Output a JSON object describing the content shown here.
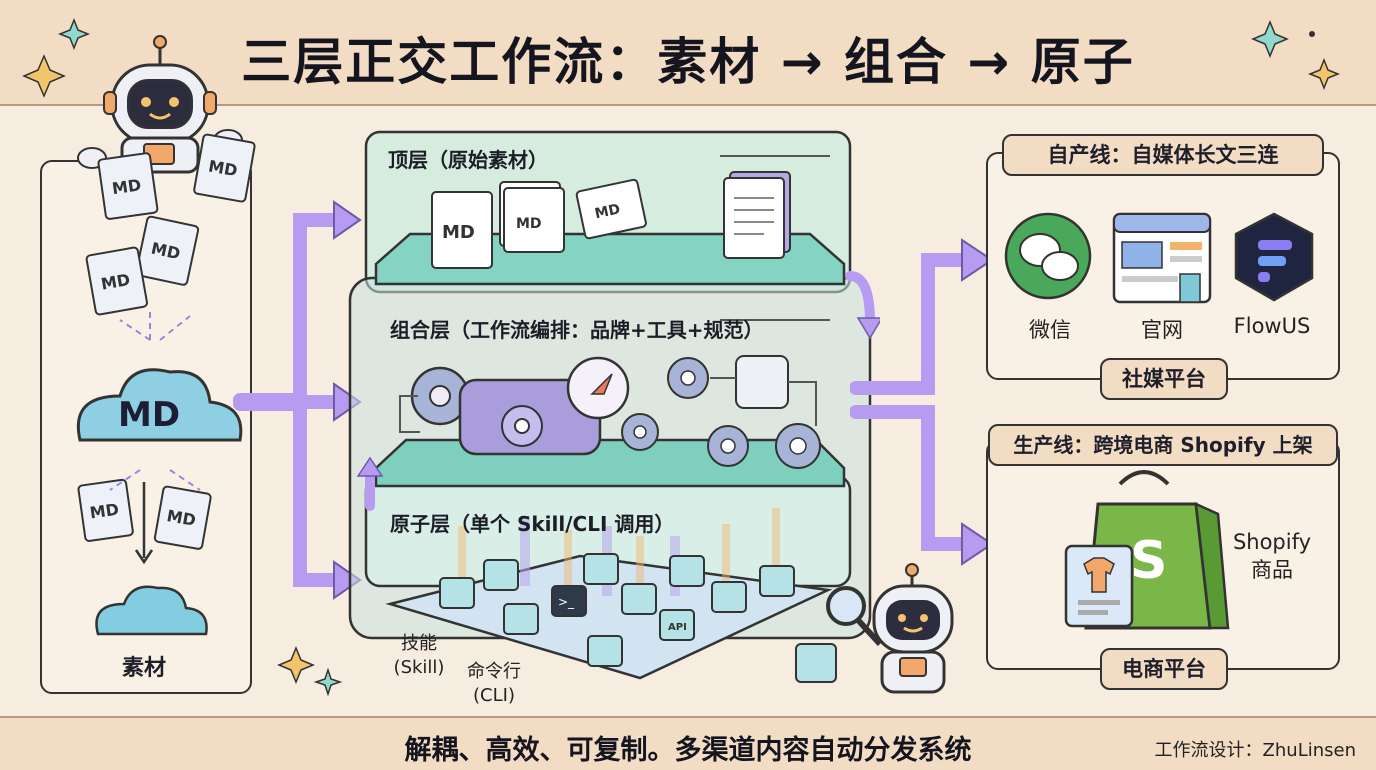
{
  "title": "三层正交工作流：素材 → 组合 → 原子",
  "footer": {
    "slogan": "解耦、高效、可复制。多渠道内容自动分发系统",
    "credit": "工作流设计：ZhuLinsen"
  },
  "left": {
    "md_tag": "MD",
    "cloud_label": "MD",
    "bottom_label": "素材"
  },
  "layers": {
    "top": "顶层（原始素材）",
    "middle": "组合层（工作流编排：品牌+工具+规范）",
    "atomic": "原子层（单个 Skill/CLI 调用）",
    "skill_label": "技能\n(Skill)",
    "cli_label": "命令行\n(CLI)",
    "md_tag": "MD",
    "api_tag": "API"
  },
  "right_top": {
    "header": "自产线：自媒体长文三连",
    "items": [
      {
        "label": "微信",
        "icon": "wechat-icon"
      },
      {
        "label": "官网",
        "icon": "website-icon"
      },
      {
        "label": "FlowUS",
        "icon": "flowus-icon"
      }
    ],
    "footer_tag": "社媒平台"
  },
  "right_bottom": {
    "header": "生产线：跨境电商 Shopify 上架",
    "product_label": "Shopify\n商品",
    "footer_tag": "电商平台",
    "bag_letter": "S"
  },
  "colors": {
    "accent_purple": "#a98be8",
    "teal": "#7fd3c4",
    "band": "#f3dcc4",
    "shopify_green": "#7ab648"
  }
}
